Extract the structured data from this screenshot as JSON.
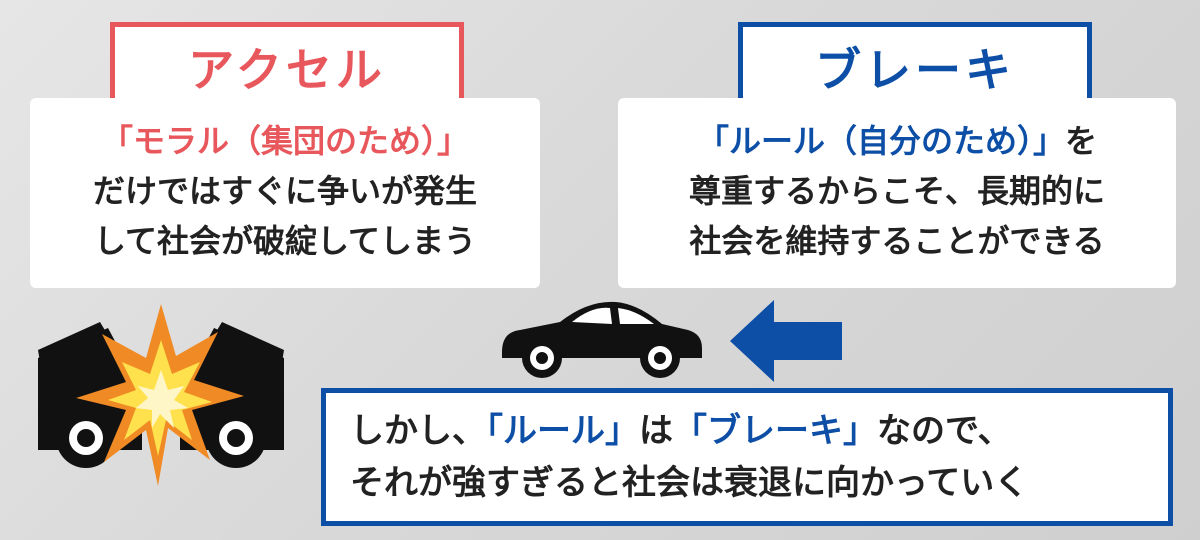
{
  "accelerator": {
    "title": "アクセル",
    "highlight": "「モラル（集団のため）」",
    "lines": [
      "だけではすぐに争いが発生",
      "して社会が破綻してしまう"
    ]
  },
  "brake": {
    "title": "ブレーキ",
    "highlight": "「ルール（自分のため）」",
    "line1_suffix": "を",
    "lines": [
      "尊重するからこそ、長期的に",
      "社会を維持することができる"
    ]
  },
  "bottom": {
    "prefix": "しかし、",
    "rule": "「ルール」",
    "mid": "は",
    "brake": "「ブレーキ」",
    "suffix": "なので、",
    "line2": "それが強すぎると社会は衰退に向かっていく"
  },
  "colors": {
    "accel": "#e8575c",
    "brake": "#0d4ea6",
    "text": "#222222"
  },
  "icons": [
    "car-crash-icon",
    "explosion-icon",
    "car-icon",
    "left-arrow-icon"
  ]
}
